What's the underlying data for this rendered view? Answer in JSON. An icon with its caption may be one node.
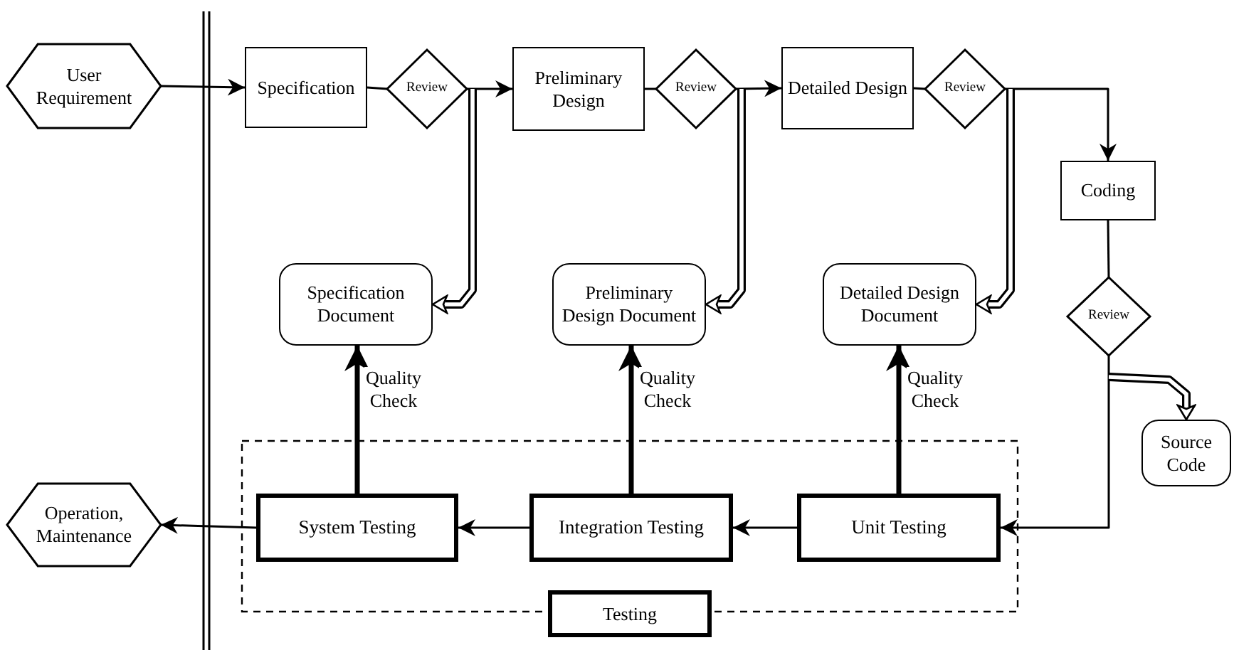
{
  "diagram": {
    "nodes": [
      {
        "text": [
          "User Requirement"
        ]
      },
      {
        "text": [
          "Specification"
        ]
      },
      {
        "text": [
          "Review"
        ]
      },
      {
        "text": [
          "Preliminary Design"
        ]
      },
      {
        "text": [
          "Review"
        ]
      },
      {
        "text": [
          "Detailed Design"
        ]
      },
      {
        "text": [
          "Review"
        ]
      },
      {
        "text": [
          "Coding"
        ]
      },
      {
        "text": [
          "Review"
        ]
      },
      {
        "text": [
          "Specification Document"
        ]
      },
      {
        "text": [
          "Preliminary Design Document"
        ]
      },
      {
        "text": [
          "Detailed Design Document"
        ]
      },
      {
        "text": [
          "Source Code"
        ]
      },
      {
        "text": [
          "Testing"
        ]
      },
      {
        "text": [
          "System Testing"
        ],
        "in": 13
      },
      {
        "text": [
          "Integration Testing"
        ],
        "in": 13
      },
      {
        "text": [
          "Unit Testing"
        ],
        "in": 13
      },
      {
        "text": [
          "Operation, Maintenance"
        ]
      }
    ],
    "edges": [
      {
        "from": 0,
        "to": 1,
        "arrow": "to"
      },
      {
        "from": 1,
        "to": 2,
        "arrow": "none"
      },
      {
        "from": 2,
        "to": 3,
        "arrow": "to"
      },
      {
        "from": 3,
        "to": 4,
        "arrow": "none"
      },
      {
        "from": 4,
        "to": 5,
        "arrow": "to"
      },
      {
        "from": 5,
        "to": 6,
        "arrow": "none"
      },
      {
        "from": 6,
        "to": 7,
        "arrow": "to"
      },
      {
        "from": 7,
        "to": 8,
        "arrow": "none"
      },
      {
        "from": 8,
        "to": 16,
        "arrow": "to"
      },
      {
        "from": 2,
        "to": 9,
        "arrow": "to",
        "style": "thick"
      },
      {
        "from": 4,
        "to": 10,
        "arrow": "to",
        "style": "thick"
      },
      {
        "from": 6,
        "to": 11,
        "arrow": "to",
        "style": "thick"
      },
      {
        "from": 8,
        "to": 12,
        "arrow": "to",
        "style": "thick"
      },
      {
        "from": 14,
        "to": 9,
        "arrow": "to",
        "style": "thick",
        "label": "Quality Check"
      },
      {
        "from": 15,
        "to": 10,
        "arrow": "to",
        "style": "thick",
        "label": "Quality Check"
      },
      {
        "from": 16,
        "to": 11,
        "arrow": "to",
        "style": "thick",
        "label": "Quality Check"
      },
      {
        "from": 16,
        "to": 15,
        "arrow": "to"
      },
      {
        "from": 15,
        "to": 14,
        "arrow": "to"
      },
      {
        "from": 14,
        "to": 17,
        "arrow": "to"
      }
    ]
  }
}
